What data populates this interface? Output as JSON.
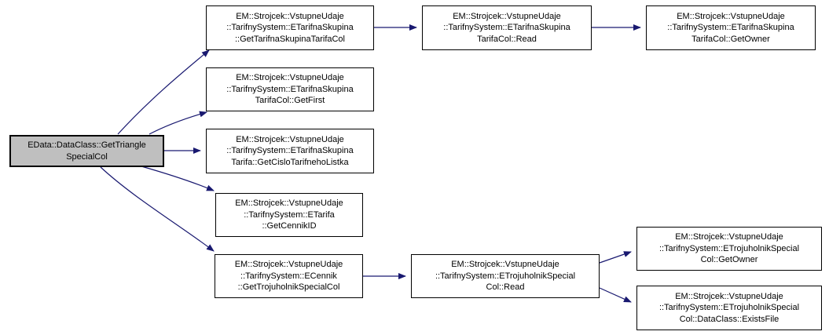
{
  "diagram": {
    "type": "call-graph",
    "background_color": "#ffffff",
    "edge_color": "#191970",
    "node_border_color": "#000000",
    "node_fill_color": "#ffffff",
    "highlight_fill_color": "#bfbfbf",
    "nodes": [
      {
        "id": "root",
        "highlighted": true,
        "label": "EData::DataClass::GetTriangle\nSpecialCol"
      },
      {
        "id": "getTarifnaSkupinaTarifaCol",
        "highlighted": false,
        "label": "EM::Strojcek::VstupneUdaje\n::TarifnySystem::ETarifnaSkupina\n::GetTarifnaSkupinaTarifaCol"
      },
      {
        "id": "tarifaColGetFirst",
        "highlighted": false,
        "label": "EM::Strojcek::VstupneUdaje\n::TarifnySystem::ETarifnaSkupina\nTarifaCol::GetFirst"
      },
      {
        "id": "getCisloTarifnehoListka",
        "highlighted": false,
        "label": "EM::Strojcek::VstupneUdaje\n::TarifnySystem::ETarifnaSkupina\nTarifa::GetCisloTarifnehoListka"
      },
      {
        "id": "getCennikID",
        "highlighted": false,
        "label": "EM::Strojcek::VstupneUdaje\n::TarifnySystem::ETarifa\n::GetCennikID"
      },
      {
        "id": "getTrojuholnikSpecialCol",
        "highlighted": false,
        "label": "EM::Strojcek::VstupneUdaje\n::TarifnySystem::ECennik\n::GetTrojuholnikSpecialCol"
      },
      {
        "id": "tarifaColRead",
        "highlighted": false,
        "label": "EM::Strojcek::VstupneUdaje\n::TarifnySystem::ETarifnaSkupina\nTarifaCol::Read"
      },
      {
        "id": "tarifaColGetOwner",
        "highlighted": false,
        "label": "EM::Strojcek::VstupneUdaje\n::TarifnySystem::ETarifnaSkupina\nTarifaCol::GetOwner"
      },
      {
        "id": "trojuholnikSpecialColRead",
        "highlighted": false,
        "label": "EM::Strojcek::VstupneUdaje\n::TarifnySystem::ETrojuholnikSpecial\nCol::Read"
      },
      {
        "id": "trojuholnikSpecialColGetOwner",
        "highlighted": false,
        "label": "EM::Strojcek::VstupneUdaje\n::TarifnySystem::ETrojuholnikSpecial\nCol::GetOwner"
      },
      {
        "id": "trojuholnikSpecialColExistsFile",
        "highlighted": false,
        "label": "EM::Strojcek::VstupneUdaje\n::TarifnySystem::ETrojuholnikSpecial\nCol::DataClass::ExistsFile"
      }
    ],
    "edges": [
      {
        "from": "root",
        "to": "getTarifnaSkupinaTarifaCol"
      },
      {
        "from": "root",
        "to": "tarifaColGetFirst"
      },
      {
        "from": "root",
        "to": "getCisloTarifnehoListka"
      },
      {
        "from": "root",
        "to": "getCennikID"
      },
      {
        "from": "root",
        "to": "getTrojuholnikSpecialCol"
      },
      {
        "from": "getTarifnaSkupinaTarifaCol",
        "to": "tarifaColRead"
      },
      {
        "from": "tarifaColRead",
        "to": "tarifaColGetOwner"
      },
      {
        "from": "getTrojuholnikSpecialCol",
        "to": "trojuholnikSpecialColRead"
      },
      {
        "from": "trojuholnikSpecialColRead",
        "to": "trojuholnikSpecialColGetOwner"
      },
      {
        "from": "trojuholnikSpecialColRead",
        "to": "trojuholnikSpecialColExistsFile"
      }
    ]
  }
}
